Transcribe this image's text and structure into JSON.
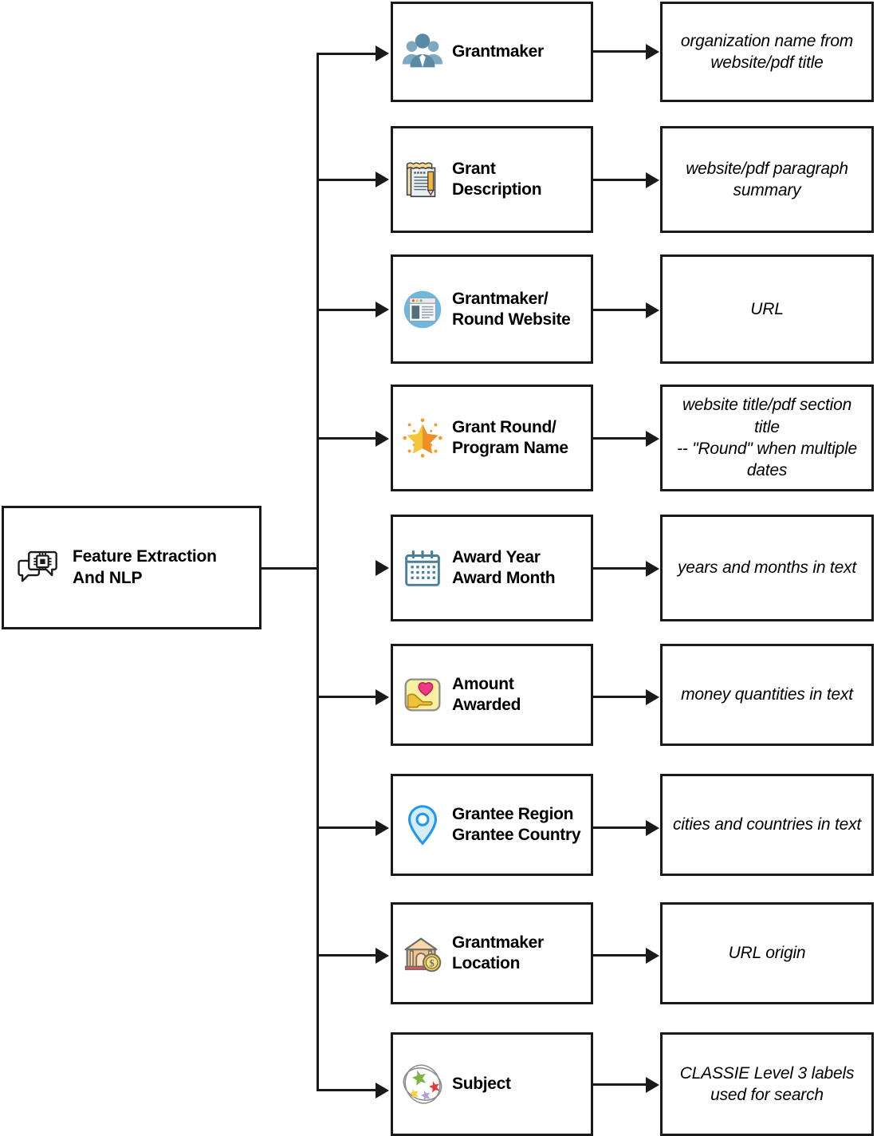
{
  "diagram": {
    "title": "Feature Extraction And NLP pipeline",
    "root": {
      "label": "Feature Extraction\nAnd NLP",
      "icon": "chat-chip-icon"
    },
    "colors": {
      "stroke": "#1a1a1a",
      "background": "#ffffff",
      "people_blue": "#5b8aa6",
      "browser_blue": "#6fb7de",
      "star_orange": "#f5a623",
      "calendar_blue": "#4a7f9e",
      "heart_pink": "#ec3b83",
      "money_yellow": "#f7eba0",
      "pin_blue": "#2196f3",
      "bank_orange": "#f5b971",
      "subject_green": "#7cb342",
      "subject_red": "#e53935",
      "subject_yellow": "#f4d03f",
      "subject_purple": "#b39ddb"
    },
    "rows": [
      {
        "feature_label": "Grantmaker",
        "feature_icon": "people-group-icon",
        "description": "organization name from\nwebsite/pdf title"
      },
      {
        "feature_label": "Grant\nDescription",
        "feature_icon": "memo-pencil-icon",
        "description": "website/pdf paragraph\nsummary"
      },
      {
        "feature_label": "Grantmaker/\nRound Website",
        "feature_icon": "browser-window-icon",
        "description": "URL"
      },
      {
        "feature_label": "Grant Round/\nProgram Name",
        "feature_icon": "glowing-star-icon",
        "description": "website title/pdf section title\n-- \"Round\" when multiple\ndates"
      },
      {
        "feature_label": "Award Year\nAward Month",
        "feature_icon": "calendar-icon",
        "description": "years and months in text"
      },
      {
        "feature_label": "Amount\nAwarded",
        "feature_icon": "hand-heart-money-icon",
        "description": "money quantities in text"
      },
      {
        "feature_label": "Grantee Region\nGrantee Country",
        "feature_icon": "map-pin-icon",
        "description": "cities and countries in text"
      },
      {
        "feature_label": "Grantmaker\nLocation",
        "feature_icon": "bank-dollar-icon",
        "description": "URL origin"
      },
      {
        "feature_label": "Subject",
        "feature_icon": "subject-cluster-icon",
        "description": "CLASSIE Level 3 labels\nused for search"
      }
    ]
  }
}
